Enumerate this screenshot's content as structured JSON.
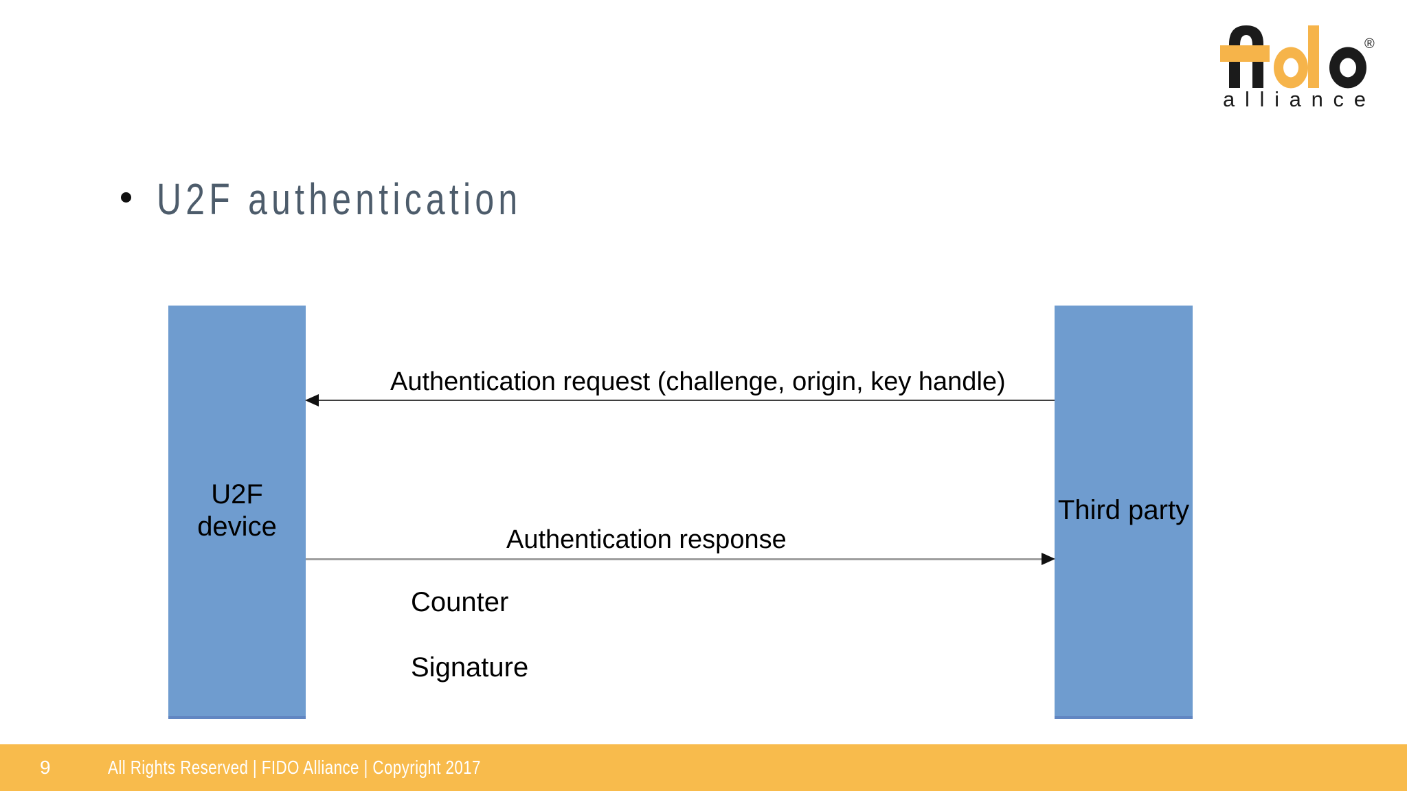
{
  "slide": {
    "title": "U2F authentication"
  },
  "logo": {
    "brand": "fido",
    "subtext": "alliance",
    "registered_mark": "®"
  },
  "diagram": {
    "left_actor": {
      "line1": "U2F",
      "line2": "device"
    },
    "right_actor": {
      "label": "Third party"
    },
    "messages": [
      {
        "label": "Authentication request (challenge, origin, key handle)",
        "direction": "right-to-left"
      },
      {
        "label": "Authentication response",
        "direction": "left-to-right"
      }
    ],
    "response_payload": [
      "Counter",
      "Signature"
    ]
  },
  "footer": {
    "page_number": "9",
    "text": "All Rights Reserved | FIDO Alliance | Copyright 2017"
  },
  "colors": {
    "actor_fill": "#6f9ccf",
    "accent_gold": "#f8bb4c",
    "title_color": "#4d5c6b",
    "request_line": "#3f3f3f",
    "response_line": "#9e9e9e"
  }
}
